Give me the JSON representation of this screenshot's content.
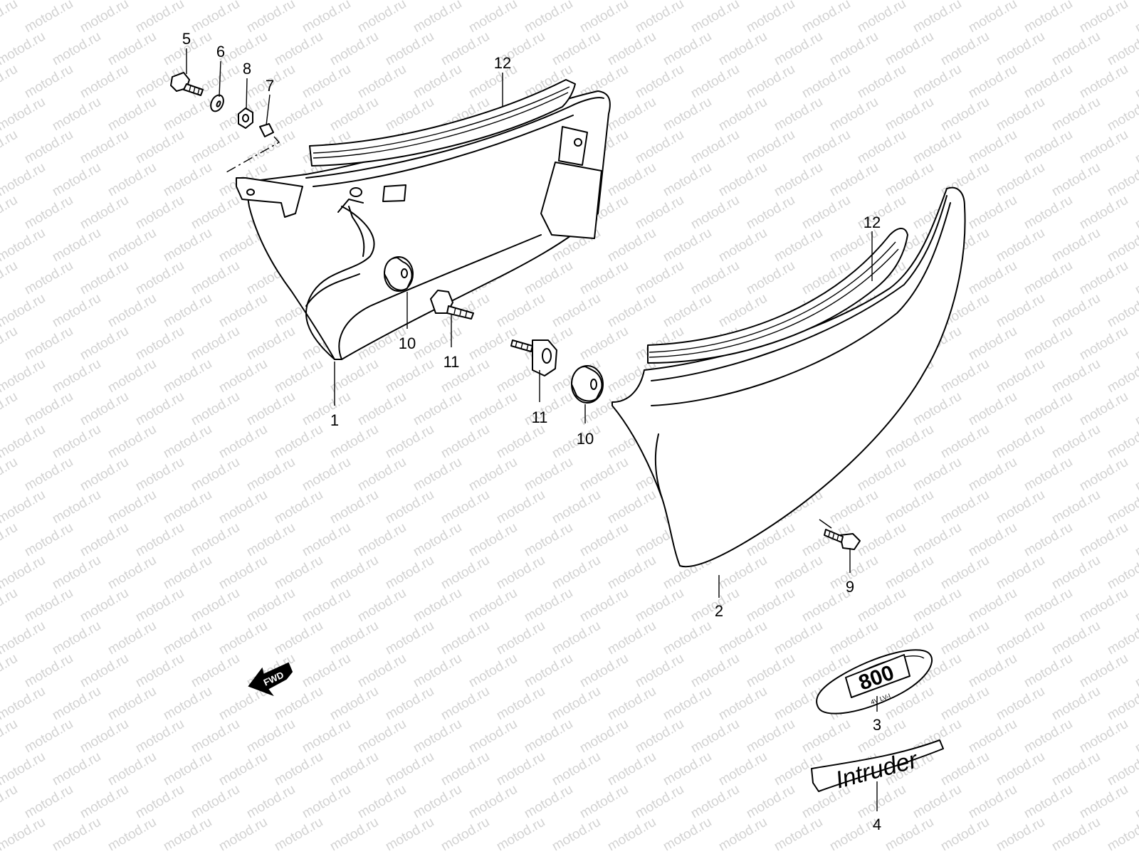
{
  "watermark": {
    "text": "motod.ru"
  },
  "callouts": {
    "c1": "1",
    "c2": "2",
    "c3": "3",
    "c4": "4",
    "c5": "5",
    "c6": "6",
    "c7": "7",
    "c8": "8",
    "c9": "9",
    "c10a": "10",
    "c10b": "10",
    "c11a": "11",
    "c11b": "11",
    "c12a": "12",
    "c12b": "12"
  },
  "fwd_label": "FWD",
  "emblem_800": {
    "main": "800",
    "sub": "4V LV-I"
  },
  "emblem_intruder": {
    "text": "Intruder"
  }
}
